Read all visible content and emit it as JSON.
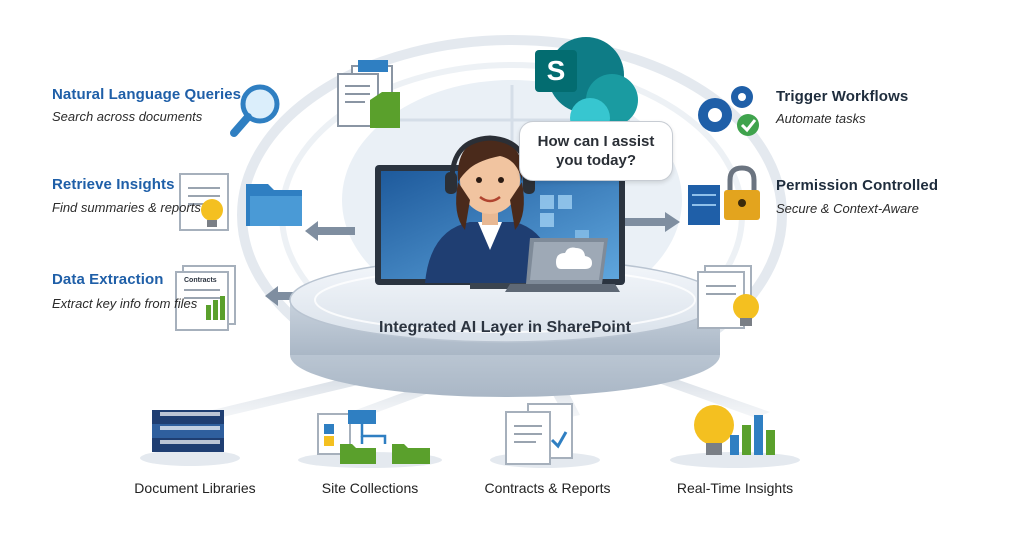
{
  "colors": {
    "title_blue": "#1f5fa8",
    "sharepoint_teal": "#0e7c86",
    "folder_blue": "#2f7fc2",
    "folder_green": "#5aa02c",
    "bulb_yellow": "#f4c020",
    "lock_gold": "#e3a41e",
    "check_green": "#3fa34d",
    "arrow_gray": "#7f8ea0"
  },
  "bubble": {
    "line1": "How can I assist",
    "line2": "you today?"
  },
  "platform_label": "Integrated AI Layer in SharePoint",
  "left_features": [
    {
      "title": "Natural Language Queries",
      "subtitle": "Search across documents",
      "icon": "magnifier-icon"
    },
    {
      "title": "Retrieve Insights",
      "subtitle": "Find summaries & reports",
      "icon": "document-bulb-icon"
    },
    {
      "title": "Data Extraction",
      "subtitle": "Extract key info from files",
      "icon": "contract-chart-icon",
      "doc_label": "Contracts"
    }
  ],
  "right_features": [
    {
      "title": "Trigger Workflows",
      "subtitle": "Automate tasks",
      "icon": "gears-check-icon"
    },
    {
      "title": "Permission Controlled",
      "subtitle": "Secure & Context-Aware",
      "icon": "lock-server-icon"
    }
  ],
  "bottom_items": [
    {
      "label": "Document Libraries",
      "icon": "stacked-books-icon"
    },
    {
      "label": "Site Collections",
      "icon": "site-tree-icon"
    },
    {
      "label": "Contracts & Reports",
      "icon": "documents-chart-icon"
    },
    {
      "label": "Real-Time Insights",
      "icon": "bulb-chart-icon"
    }
  ],
  "sharepoint_logo_letter": "S"
}
